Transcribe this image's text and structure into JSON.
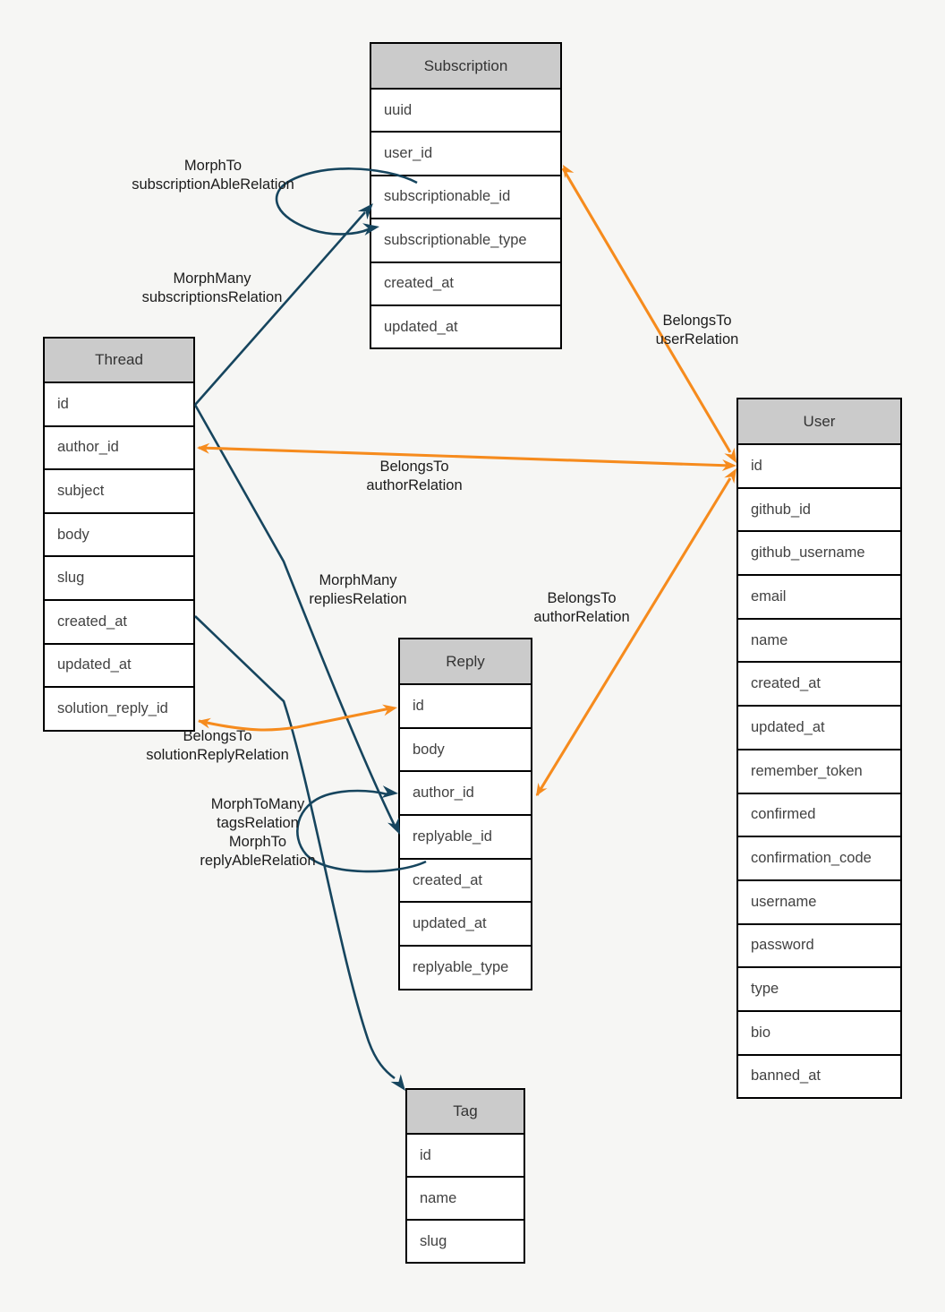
{
  "diagram": {
    "title": "Forum database schema (Laravel relations ERD)",
    "colors": {
      "background": "#f6f6f4",
      "relation_morph": "#16455e",
      "relation_belongs_to": "#f68b1d",
      "entity_header_fill": "#cbcbcb",
      "entity_border": "#000000"
    },
    "entities": [
      {
        "id": "subscription",
        "title": "Subscription",
        "fields": [
          "uuid",
          "user_id",
          "subscriptionable_id",
          "subscriptionable_type",
          "created_at",
          "updated_at"
        ]
      },
      {
        "id": "thread",
        "title": "Thread",
        "fields": [
          "id",
          "author_id",
          "subject",
          "body",
          "slug",
          "created_at",
          "updated_at",
          "solution_reply_id"
        ]
      },
      {
        "id": "user",
        "title": "User",
        "fields": [
          "id",
          "github_id",
          "github_username",
          "email",
          "name",
          "created_at",
          "updated_at",
          "remember_token",
          "confirmed",
          "confirmation_code",
          "username",
          "password",
          "type",
          "bio",
          "banned_at"
        ]
      },
      {
        "id": "reply",
        "title": "Reply",
        "fields": [
          "id",
          "body",
          "author_id",
          "replyable_id",
          "created_at",
          "updated_at",
          "replyable_type"
        ]
      },
      {
        "id": "tag",
        "title": "Tag",
        "fields": [
          "id",
          "name",
          "slug"
        ]
      }
    ],
    "labels": [
      {
        "id": "morphto-subscriptionable",
        "lines": [
          "MorphTo",
          "subscriptionAbleRelation"
        ]
      },
      {
        "id": "morphmany-subscriptions",
        "lines": [
          "MorphMany",
          "subscriptionsRelation"
        ]
      },
      {
        "id": "belongsto-user",
        "lines": [
          "BelongsTo",
          "userRelation"
        ]
      },
      {
        "id": "belongsto-author-thread",
        "lines": [
          "BelongsTo",
          "authorRelation"
        ]
      },
      {
        "id": "morphmany-replies",
        "lines": [
          "MorphMany",
          "repliesRelation"
        ]
      },
      {
        "id": "belongsto-author-reply",
        "lines": [
          "BelongsTo",
          "authorRelation"
        ]
      },
      {
        "id": "belongsto-solutionreply",
        "lines": [
          "BelongsTo",
          "solutionReplyRelation"
        ]
      },
      {
        "id": "morphtomany-tags-morphto-replyable",
        "lines": [
          "MorphToMany",
          "tagsRelation",
          "MorphTo",
          "replyAbleRelation"
        ]
      }
    ]
  }
}
